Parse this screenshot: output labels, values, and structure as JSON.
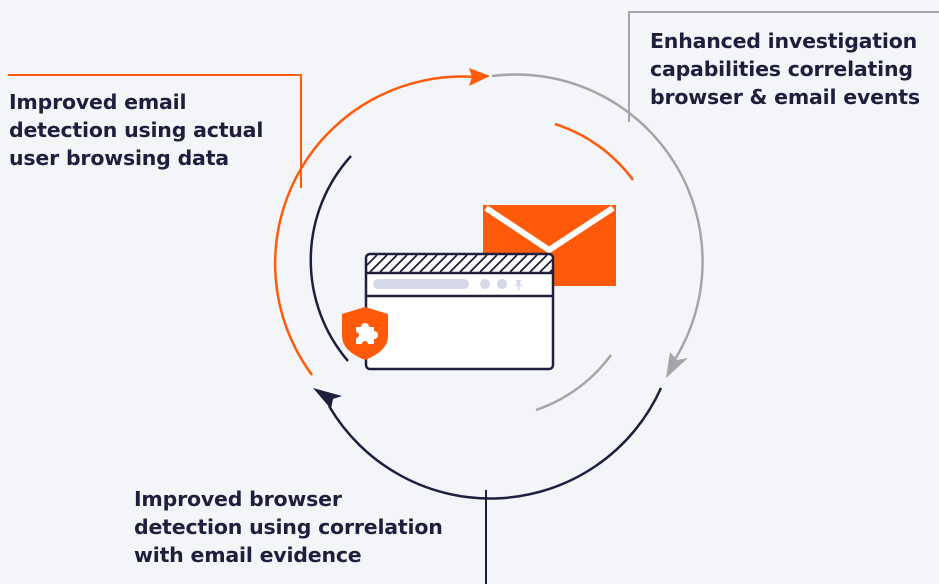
{
  "labels": {
    "email_detection": "Improved email\ndetection using actual\nuser browsing data",
    "investigation": "Enhanced investigation\ncapabilities correlating\nbrowser & email events",
    "browser_detection": "Improved browser\ndetection using correlation\nwith email evidence"
  },
  "colors": {
    "background": "#f4f5f9",
    "orange": "#ff5a0a",
    "gray": "#a4a4ab",
    "navy": "#1f1f3d",
    "white": "#ffffff",
    "placeholder": "#d5d8e6"
  },
  "icons": {
    "envelope": "email-envelope-icon",
    "browser": "browser-window-icon",
    "shield": "shield-puzzle-icon",
    "pin": "pin-icon"
  }
}
